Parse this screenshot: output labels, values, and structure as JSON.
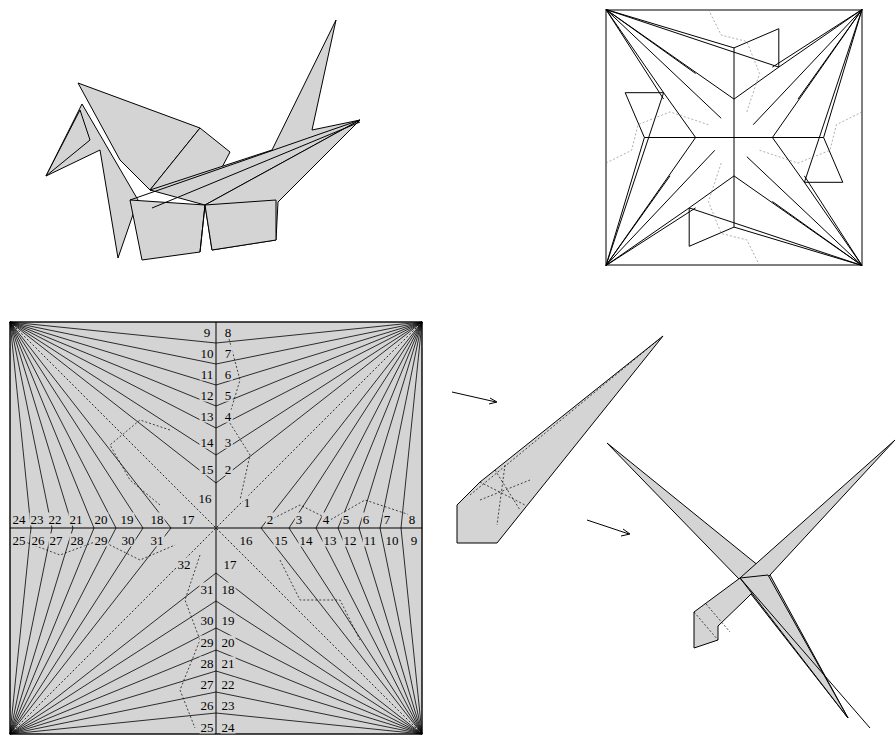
{
  "diagram": {
    "labels": [
      "9",
      "8",
      "10",
      "7",
      "11",
      "6",
      "12",
      "5",
      "13",
      "4",
      "14",
      "3",
      "15",
      "2",
      "16",
      "1",
      "24",
      "23",
      "22",
      "21",
      "20",
      "19",
      "18",
      "17",
      "2",
      "3",
      "4",
      "5",
      "6",
      "7",
      "8",
      "25",
      "26",
      "27",
      "28",
      "29",
      "30",
      "31",
      "16",
      "15",
      "14",
      "13",
      "12",
      "11",
      "10",
      "9",
      "32",
      "17",
      "31",
      "18",
      "30",
      "19",
      "29",
      "20",
      "28",
      "21",
      "27",
      "22",
      "26",
      "23",
      "25",
      "24"
    ]
  }
}
